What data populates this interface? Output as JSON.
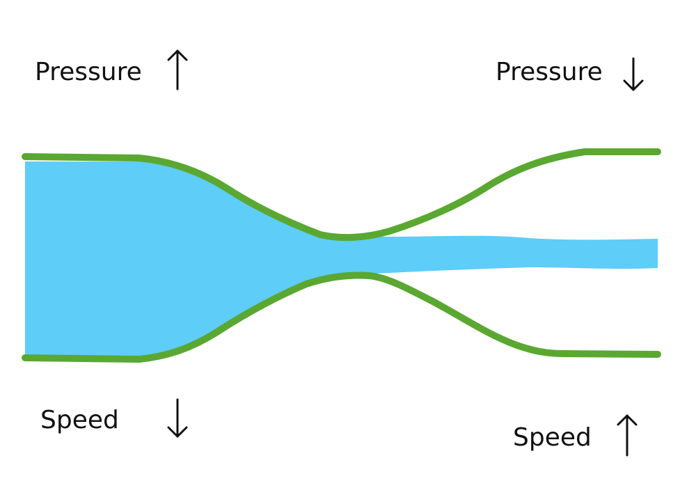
{
  "labels": {
    "pressure_left": "Pressure",
    "pressure_right": "Pressure",
    "speed_left": "Speed",
    "speed_right": "Speed"
  },
  "arrows": {
    "pressure_left": "up",
    "pressure_right": "down",
    "speed_left": "down",
    "speed_right": "up"
  },
  "colors": {
    "fluid": "#5ecdf8",
    "pipe_wall": "#5aa832",
    "text": "#111111",
    "background": "#ffffff"
  }
}
